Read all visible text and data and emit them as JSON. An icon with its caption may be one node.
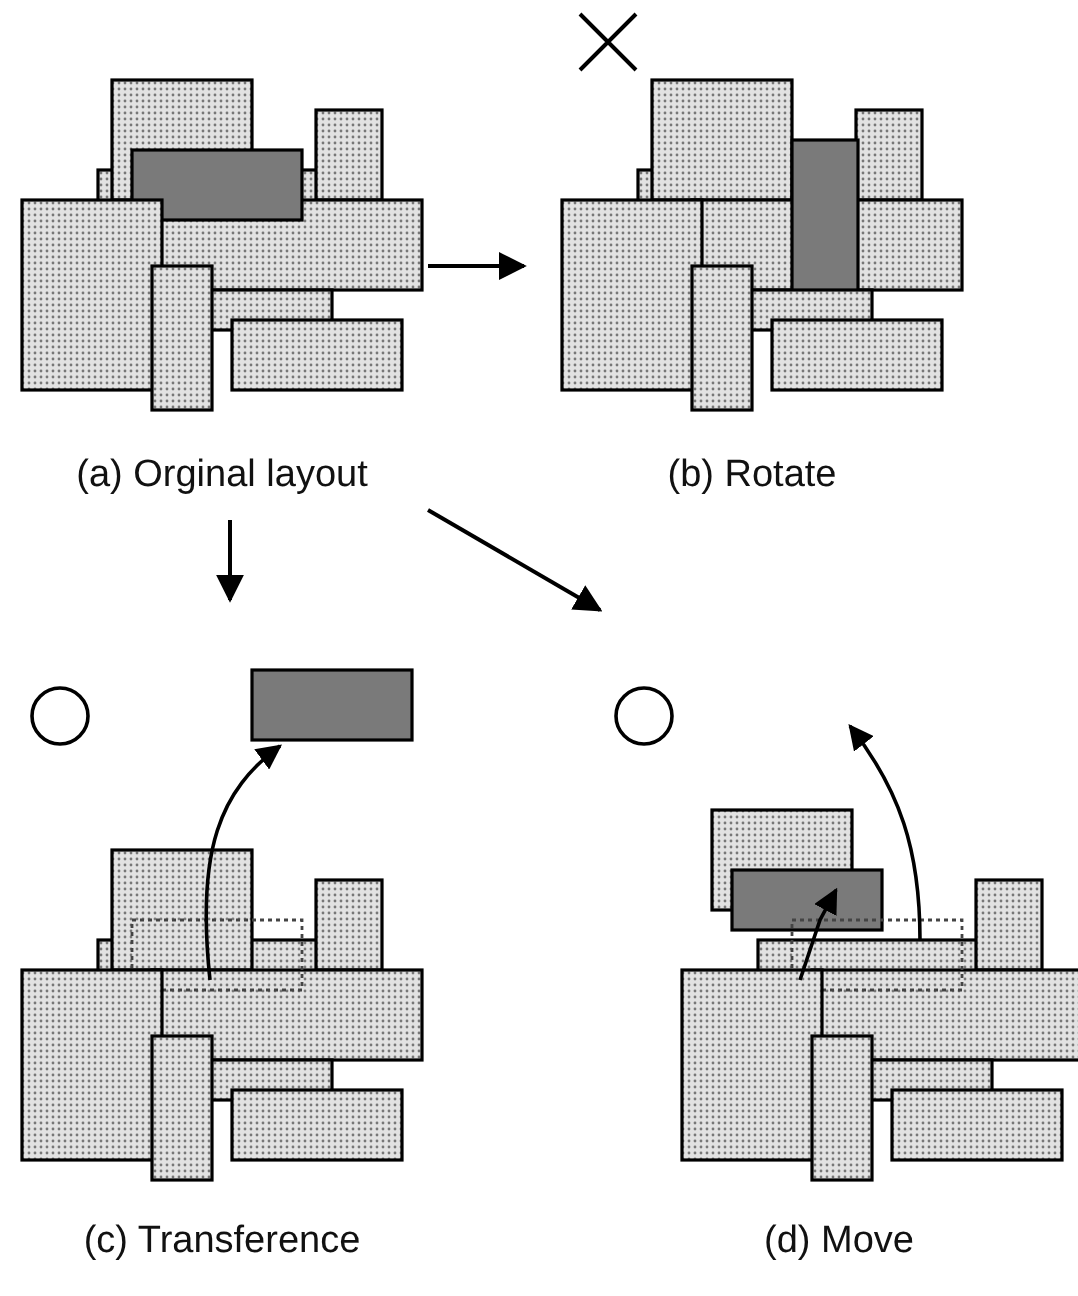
{
  "diagram": {
    "nodes": [
      {
        "text": [
          "(a) Orginal layout"
        ]
      },
      {
        "text": [
          "(b) Rotate"
        ]
      },
      {
        "text": [
          "(c) Transference"
        ]
      },
      {
        "text": [
          "(d) Move"
        ]
      }
    ],
    "edges": [
      {
        "from": 0,
        "to": 1,
        "arrow": "to"
      },
      {
        "from": 0,
        "to": 2,
        "arrow": "to"
      },
      {
        "from": 0,
        "to": 3,
        "arrow": "to"
      }
    ]
  }
}
